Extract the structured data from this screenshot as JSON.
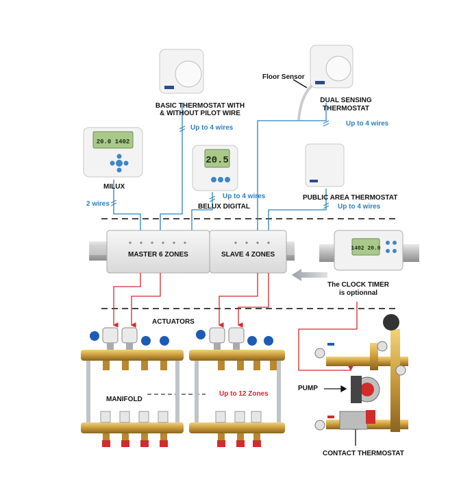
{
  "labels": {
    "floor_sensor": "Floor Sensor",
    "basic_thermostat_line1": "BASIC THERMOSTAT WITH",
    "basic_thermostat_line2": "& WITHOUT PILOT WIRE",
    "dual_sensing_line1": "DUAL SENSING",
    "dual_sensing_line2": "THERMOSTAT",
    "milux": "MILUX",
    "belux_digital": "BELUX DIGITAL",
    "public_area": "PUBLIC AREA THERMOSTAT",
    "master_zones": "MASTER 6 ZONES",
    "slave_zones": "SLAVE 4 ZONES",
    "clock_timer_line1": "The CLOCK TIMER",
    "clock_timer_line2": "is optionnal",
    "actuators": "ACTUATORS",
    "manifold": "MANIFOLD",
    "up_to_12_zones": "Up to 12 Zones",
    "pump": "PUMP",
    "contact_thermostat": "CONTACT THERMOSTAT"
  },
  "wire_labels": {
    "basic": "Up to 4 wires",
    "dual": "Up to 4 wires",
    "milux": "2 wires",
    "belux": "Up to 4 wires",
    "public": "Up to 4 wires"
  },
  "displays": {
    "milux_screen": "20.0 1402",
    "belux_screen": "20.5",
    "timer_screen": "1402 20.0"
  },
  "colors": {
    "wire_blue": "#2b7fc1",
    "wire_red": "#d9262b",
    "lcd_green": "#a9c98a",
    "brass": "#c99a3a",
    "valve_blue": "#1e5bb5",
    "valve_red": "#d32b2b"
  }
}
